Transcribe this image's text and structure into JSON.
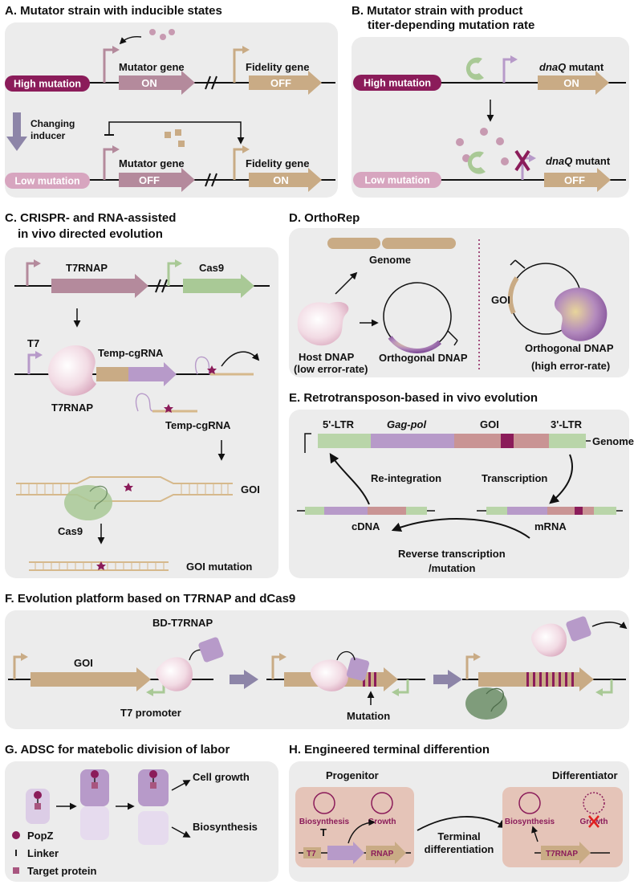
{
  "colors": {
    "panel": "#ececec",
    "mutator": "#b48a9c",
    "fidelity": "#c9ab85",
    "cas9": "#a9c996",
    "purple": "#b79ac9",
    "magenta": "#8b1c5a",
    "pink": "#cf9fb8",
    "green_ltr": "#b9d5a9",
    "rose": "#c99494"
  },
  "A": {
    "title": "A. Mutator strain with inducible states",
    "high": "High mutation",
    "low": "Low mutation",
    "mutator": "Mutator gene",
    "fidelity": "Fidelity gene",
    "on": "ON",
    "off": "OFF",
    "changing1": "Changing",
    "changing2": "inducer"
  },
  "B": {
    "title1": "B. Mutator strain with product",
    "title2": "titer-depending mutation rate",
    "high": "High mutation",
    "low": "Low mutation",
    "gene_italic": "dnaQ",
    "gene_rest": " mutant",
    "on": "ON",
    "off": "OFF"
  },
  "C": {
    "title1": "C. CRISPR- and RNA-assisted",
    "title2": "in vivo directed evolution",
    "t7rnap_gene": "T7RNAP",
    "cas9_gene": "Cas9",
    "t7": "T7",
    "temp1": "Temp-cgRNA",
    "temp2": "Temp-cgRNA",
    "t7rnap": "T7RNAP",
    "goi": "GOI",
    "cas9": "Cas9",
    "goi_mut": "GOI mutation"
  },
  "D": {
    "title": "D. OrthoRep",
    "genome": "Genome",
    "host1": "Host DNAP",
    "host2": "(low error-rate)",
    "ortho": "Orthogonal DNAP",
    "goi": "GOI",
    "ortho2": "Orthogonal DNAP",
    "high_err": "(high error-rate)"
  },
  "E": {
    "title": "E. Retrotransposon-based in vivo evolution",
    "ltr5": "5'-LTR",
    "gagpol": "Gag-pol",
    "goi": "GOI",
    "ltr3": "3'-LTR",
    "genome": "Genome",
    "reint": "Re-integration",
    "transc": "Transcription",
    "cdna": "cDNA",
    "mrna": "mRNA",
    "rt1": "Reverse transcription",
    "rt2": "/mutation"
  },
  "F": {
    "title": "F.  Evolution platform based on T7RNAP and dCas9",
    "bd": "BD-T7RNAP",
    "goi": "GOI",
    "promoter": "T7 promoter",
    "mutation": "Mutation"
  },
  "G": {
    "title": "G.  ADSC for matebolic division of labor",
    "growth": "Cell growth",
    "biosyn": "Biosynthesis",
    "popz": "PopZ",
    "linker": "Linker",
    "target": "Target protein"
  },
  "H": {
    "title": "H.  Engineered terminal differention",
    "progenitor": "Progenitor",
    "differentiator": "Differentiator",
    "biosyn": "Biosynthesis",
    "growth": "Growth",
    "t_symbol": "T",
    "t7": "T7",
    "rnap": "RNAP",
    "term1": "Terminal",
    "term2": "differentiation",
    "biosyn2": "Biosynthesis",
    "growth2": "Growth",
    "t7rnap": "T7RNAP"
  }
}
